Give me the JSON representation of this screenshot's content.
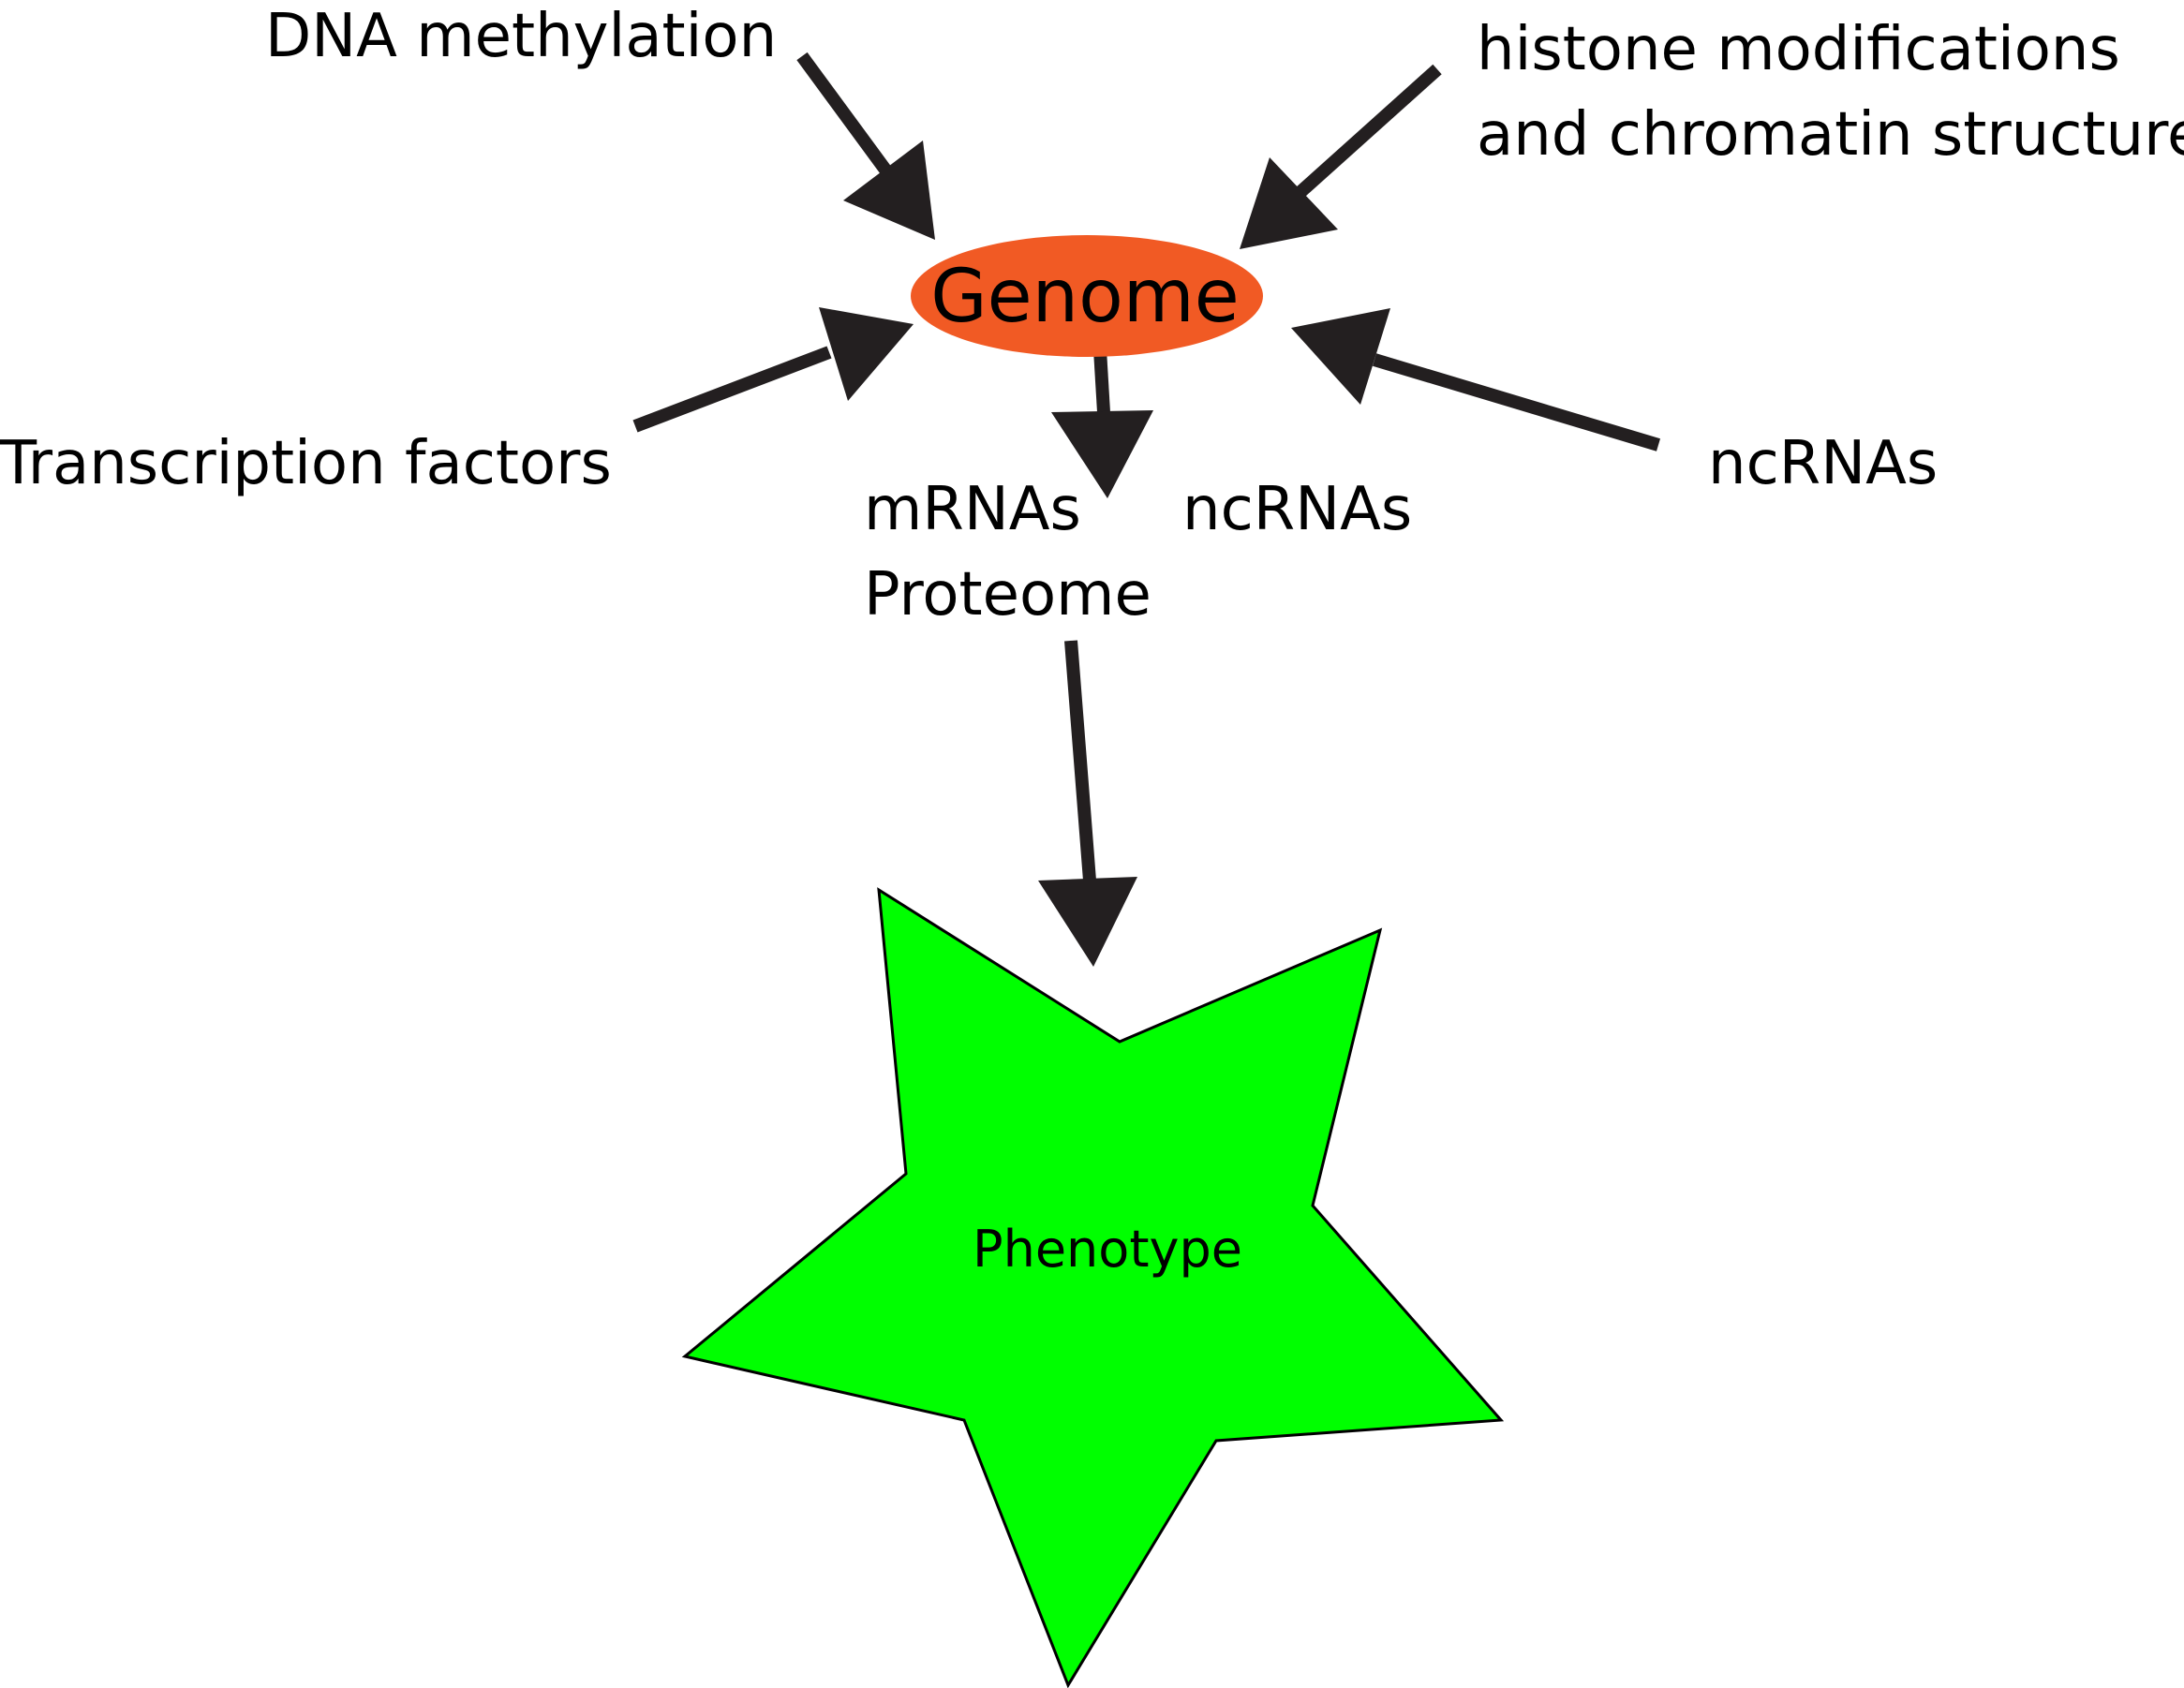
{
  "inputs": {
    "dna_methylation": "DNA methylation",
    "histone_line1": "histone modifications",
    "histone_line2": "and chromatin structure",
    "transcription_factors": "Transcription factors",
    "ncrnas_input": "ncRNAs"
  },
  "genome": {
    "label": "Genome"
  },
  "outputs": {
    "mrnas": "mRNAs",
    "proteome": "Proteome",
    "ncrnas_output": "ncRNAs"
  },
  "phenotype": {
    "label": "Phenotype"
  },
  "colors": {
    "genome_fill": "#F15A24",
    "phenotype_fill": "#00FF00",
    "arrow": "#231F20",
    "outline": "#000000"
  }
}
